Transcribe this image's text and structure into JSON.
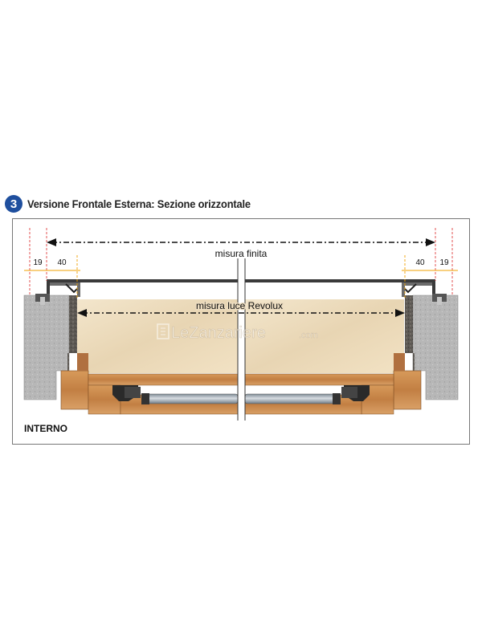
{
  "header": {
    "step_number": "3",
    "title": "Versione Frontale Esterna: Sezione orizzontale"
  },
  "diagram": {
    "dimension_finished": "misura finita",
    "dimension_opening": "misura luce Revolux",
    "left_dims": [
      "19",
      "40"
    ],
    "right_dims": [
      "40",
      "19"
    ],
    "side_label": "INTERNO",
    "watermark": "LeZanzariere",
    "watermark_suffix": ".com"
  },
  "colors": {
    "accent": "#1f4f9e",
    "wall": "#b9b9b9",
    "wood": "#c98a4e",
    "panel": "#ecdcc0",
    "dim_line": "#111111",
    "guide_red": "#e04040",
    "guide_orange": "#f0a000"
  }
}
